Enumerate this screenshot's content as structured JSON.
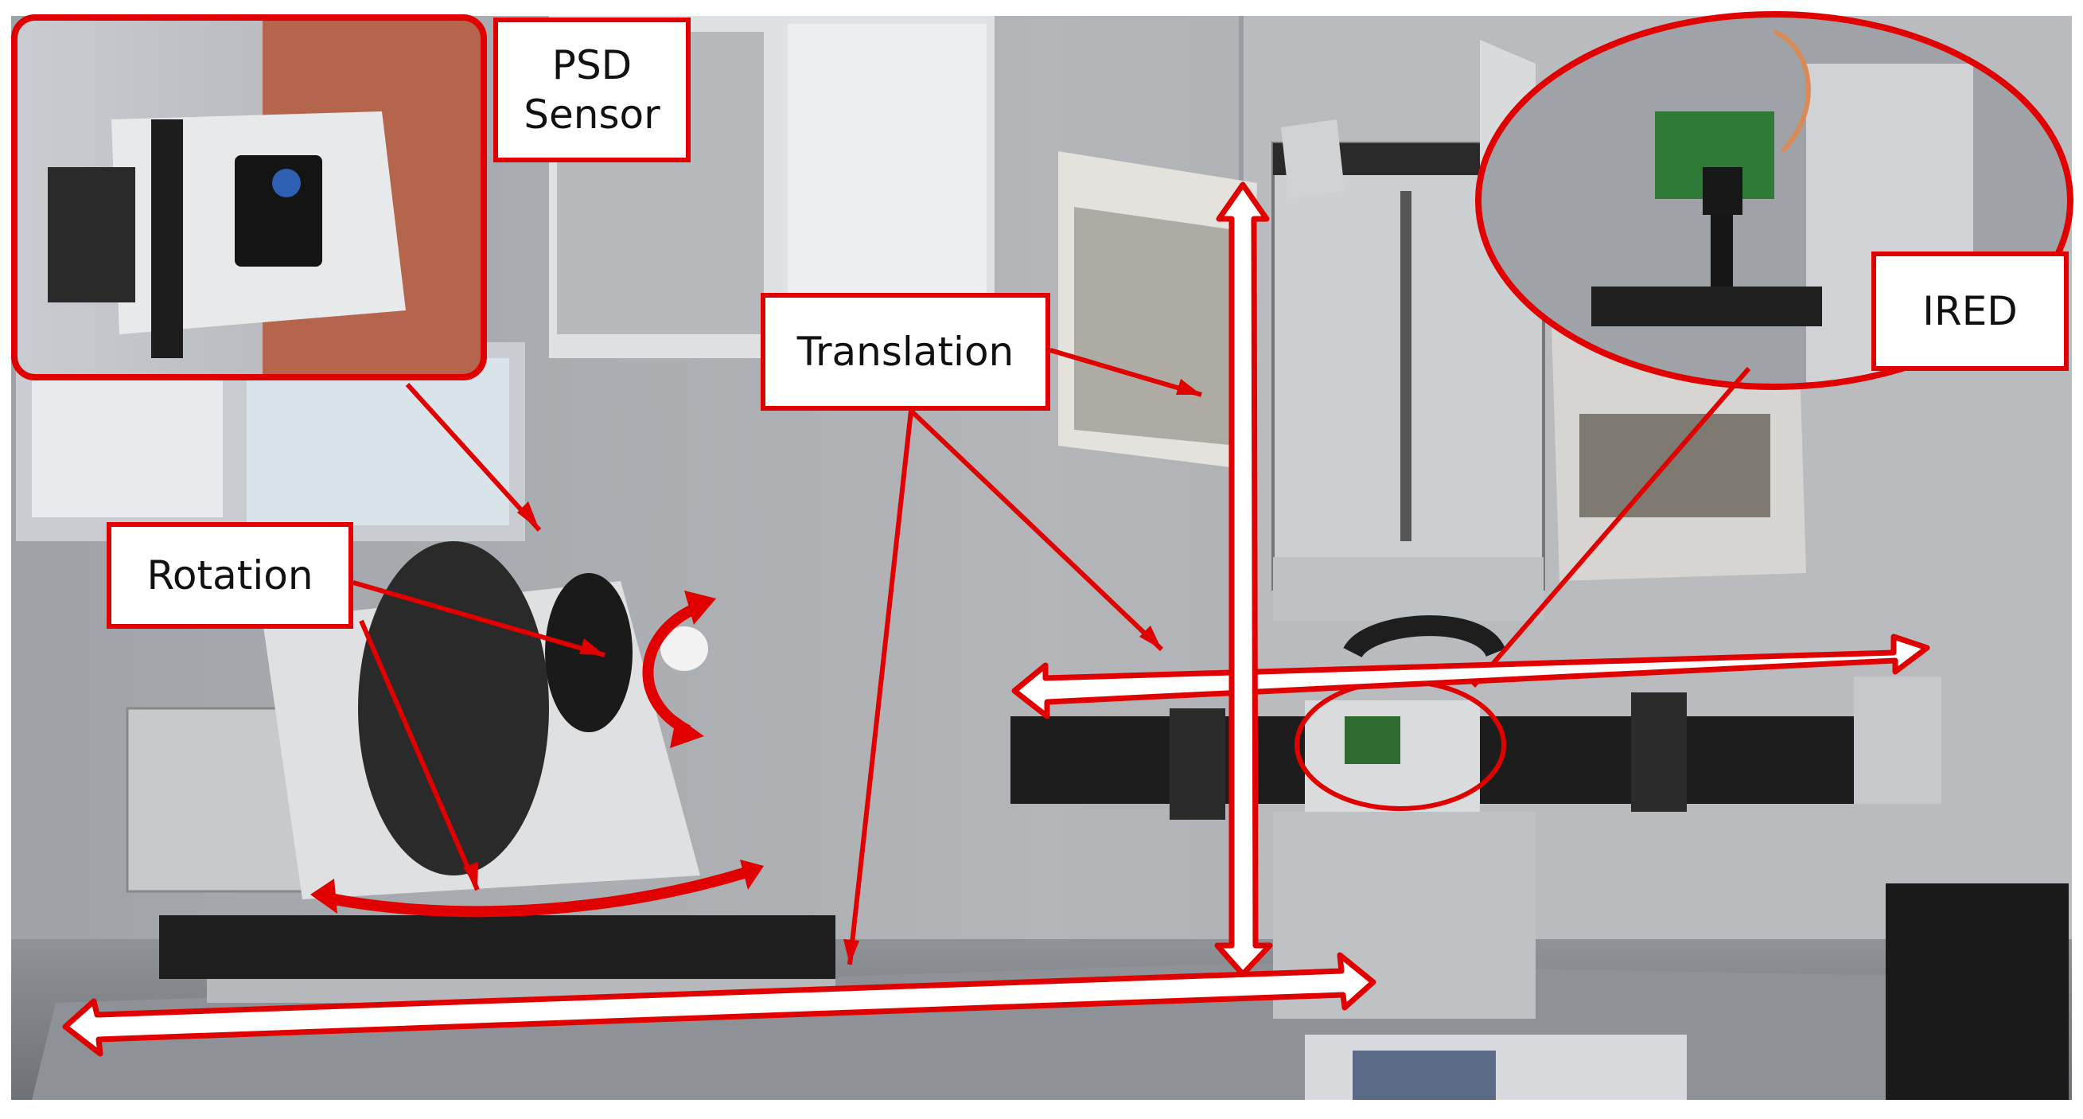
{
  "labels": {
    "psd_line1": "PSD",
    "psd_line2": "Sensor",
    "translation": "Translation",
    "rotation": "Rotation",
    "ired": "IRED"
  },
  "colors": {
    "annotation_red": "#e00000",
    "arrow_fill": "#ffffff",
    "wall": "#a9acb0",
    "bench_black": "#1c1c1c",
    "aluminium": "#b9bcbf"
  }
}
